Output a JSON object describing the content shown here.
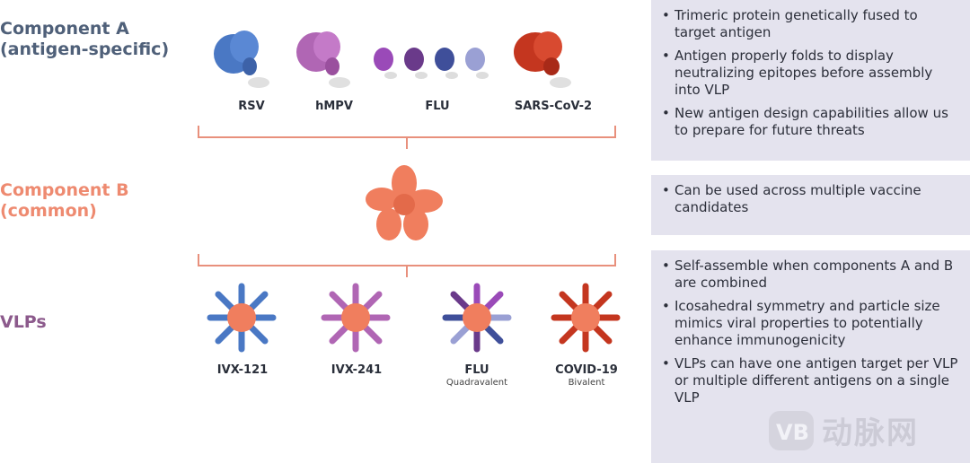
{
  "labels": {
    "component_a": "Component A (antigen-specific)",
    "component_a_line1": "Component A",
    "component_a_line2": "(antigen-specific)",
    "component_b_line1": "Component B",
    "component_b_line2": "(common)",
    "vlps": "VLPs"
  },
  "antigens": [
    "RSV",
    "hMPV",
    "FLU",
    "SARS-CoV-2"
  ],
  "vlp_items": [
    {
      "name": "IVX-121",
      "sub": ""
    },
    {
      "name": "IVX-241",
      "sub": ""
    },
    {
      "name": "FLU",
      "sub": "Quadravalent"
    },
    {
      "name": "COVID-19",
      "sub": "Bivalent"
    }
  ],
  "panel_a": [
    "Trimeric protein genetically fused to target antigen",
    "Antigen properly folds to display neutralizing epitopes before assembly into VLP",
    "New antigen design capabilities allow us to prepare for future threats"
  ],
  "panel_b": [
    "Can be used across multiple vaccine candidates"
  ],
  "panel_c": [
    "Self-assemble when components A and B are combined",
    "Icosahedral symmetry and particle size mimics viral properties to potentially enhance immunogenicity",
    "VLPs can have one antigen target per VLP or multiple different antigens on a single VLP"
  ],
  "watermark": "动脉网",
  "colors": {
    "rsv": "#4a78c4",
    "hmpv": "#b066b4",
    "flu1": "#9a4ab8",
    "flu2": "#6a3a8a",
    "flu3": "#3f4f9a",
    "flu4": "#9aa0d4",
    "sars": "#c4361f",
    "component_b": "#f07e5e",
    "bracket": "#e8907c",
    "panel_bg": "#e4e3ee"
  }
}
